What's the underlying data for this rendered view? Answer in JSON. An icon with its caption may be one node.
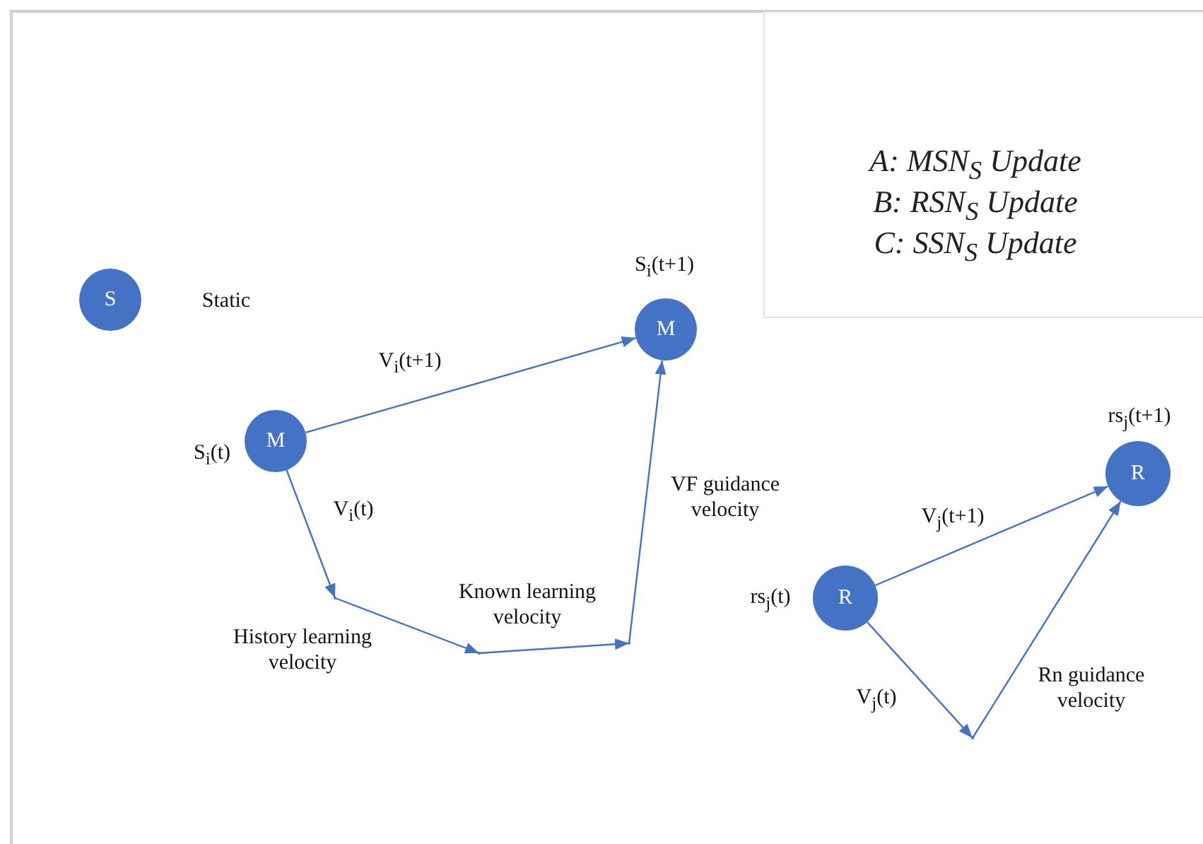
{
  "diagram": {
    "nodes": [
      {
        "text": [
          "S"
        ],
        "beside": [
          "Static"
        ]
      },
      {
        "text": [
          "M"
        ],
        "beside": [
          "S$_{i}$(t)"
        ]
      },
      {
        "text": [
          "M"
        ],
        "beside": [
          "S$_{i}$(t+1)"
        ]
      },
      {
        "text": [
          "R"
        ],
        "beside": [
          "rs$_{j}$(t)"
        ]
      },
      {
        "text": [
          "R"
        ],
        "beside": [
          "rs$_{j}$(t+1)"
        ]
      },
      {
        "text": [
          "A: MSN$_{S}$ Update",
          "B: RSN$_{S}$ Update",
          "C: SSN$_{S}$ Update"
        ]
      },
      {
        "text": [],
        "shape": "point"
      },
      {
        "text": [],
        "shape": "point"
      },
      {
        "text": [],
        "shape": "point"
      },
      {
        "text": [],
        "shape": "point"
      }
    ],
    "edges": [
      {
        "from": 1,
        "to": 2,
        "arrow": "to",
        "label": "V$_{i}$(t+1)"
      },
      {
        "from": 1,
        "to": 6,
        "arrow": "to",
        "label": "V$_{i}$(t)"
      },
      {
        "from": 6,
        "to": 7,
        "arrow": "to",
        "label": "History learning velocity"
      },
      {
        "from": 7,
        "to": 8,
        "arrow": "to",
        "label": "Known learning velocity"
      },
      {
        "from": 8,
        "to": 2,
        "arrow": "to",
        "label": "VF guidance velocity"
      },
      {
        "from": 3,
        "to": 4,
        "arrow": "to",
        "label": "V$_{j}$(t+1)"
      },
      {
        "from": 3,
        "to": 9,
        "arrow": "to",
        "label": "V$_{j}$(t)"
      },
      {
        "from": 9,
        "to": 4,
        "arrow": "to",
        "label": "Rn guidance velocity"
      }
    ]
  }
}
